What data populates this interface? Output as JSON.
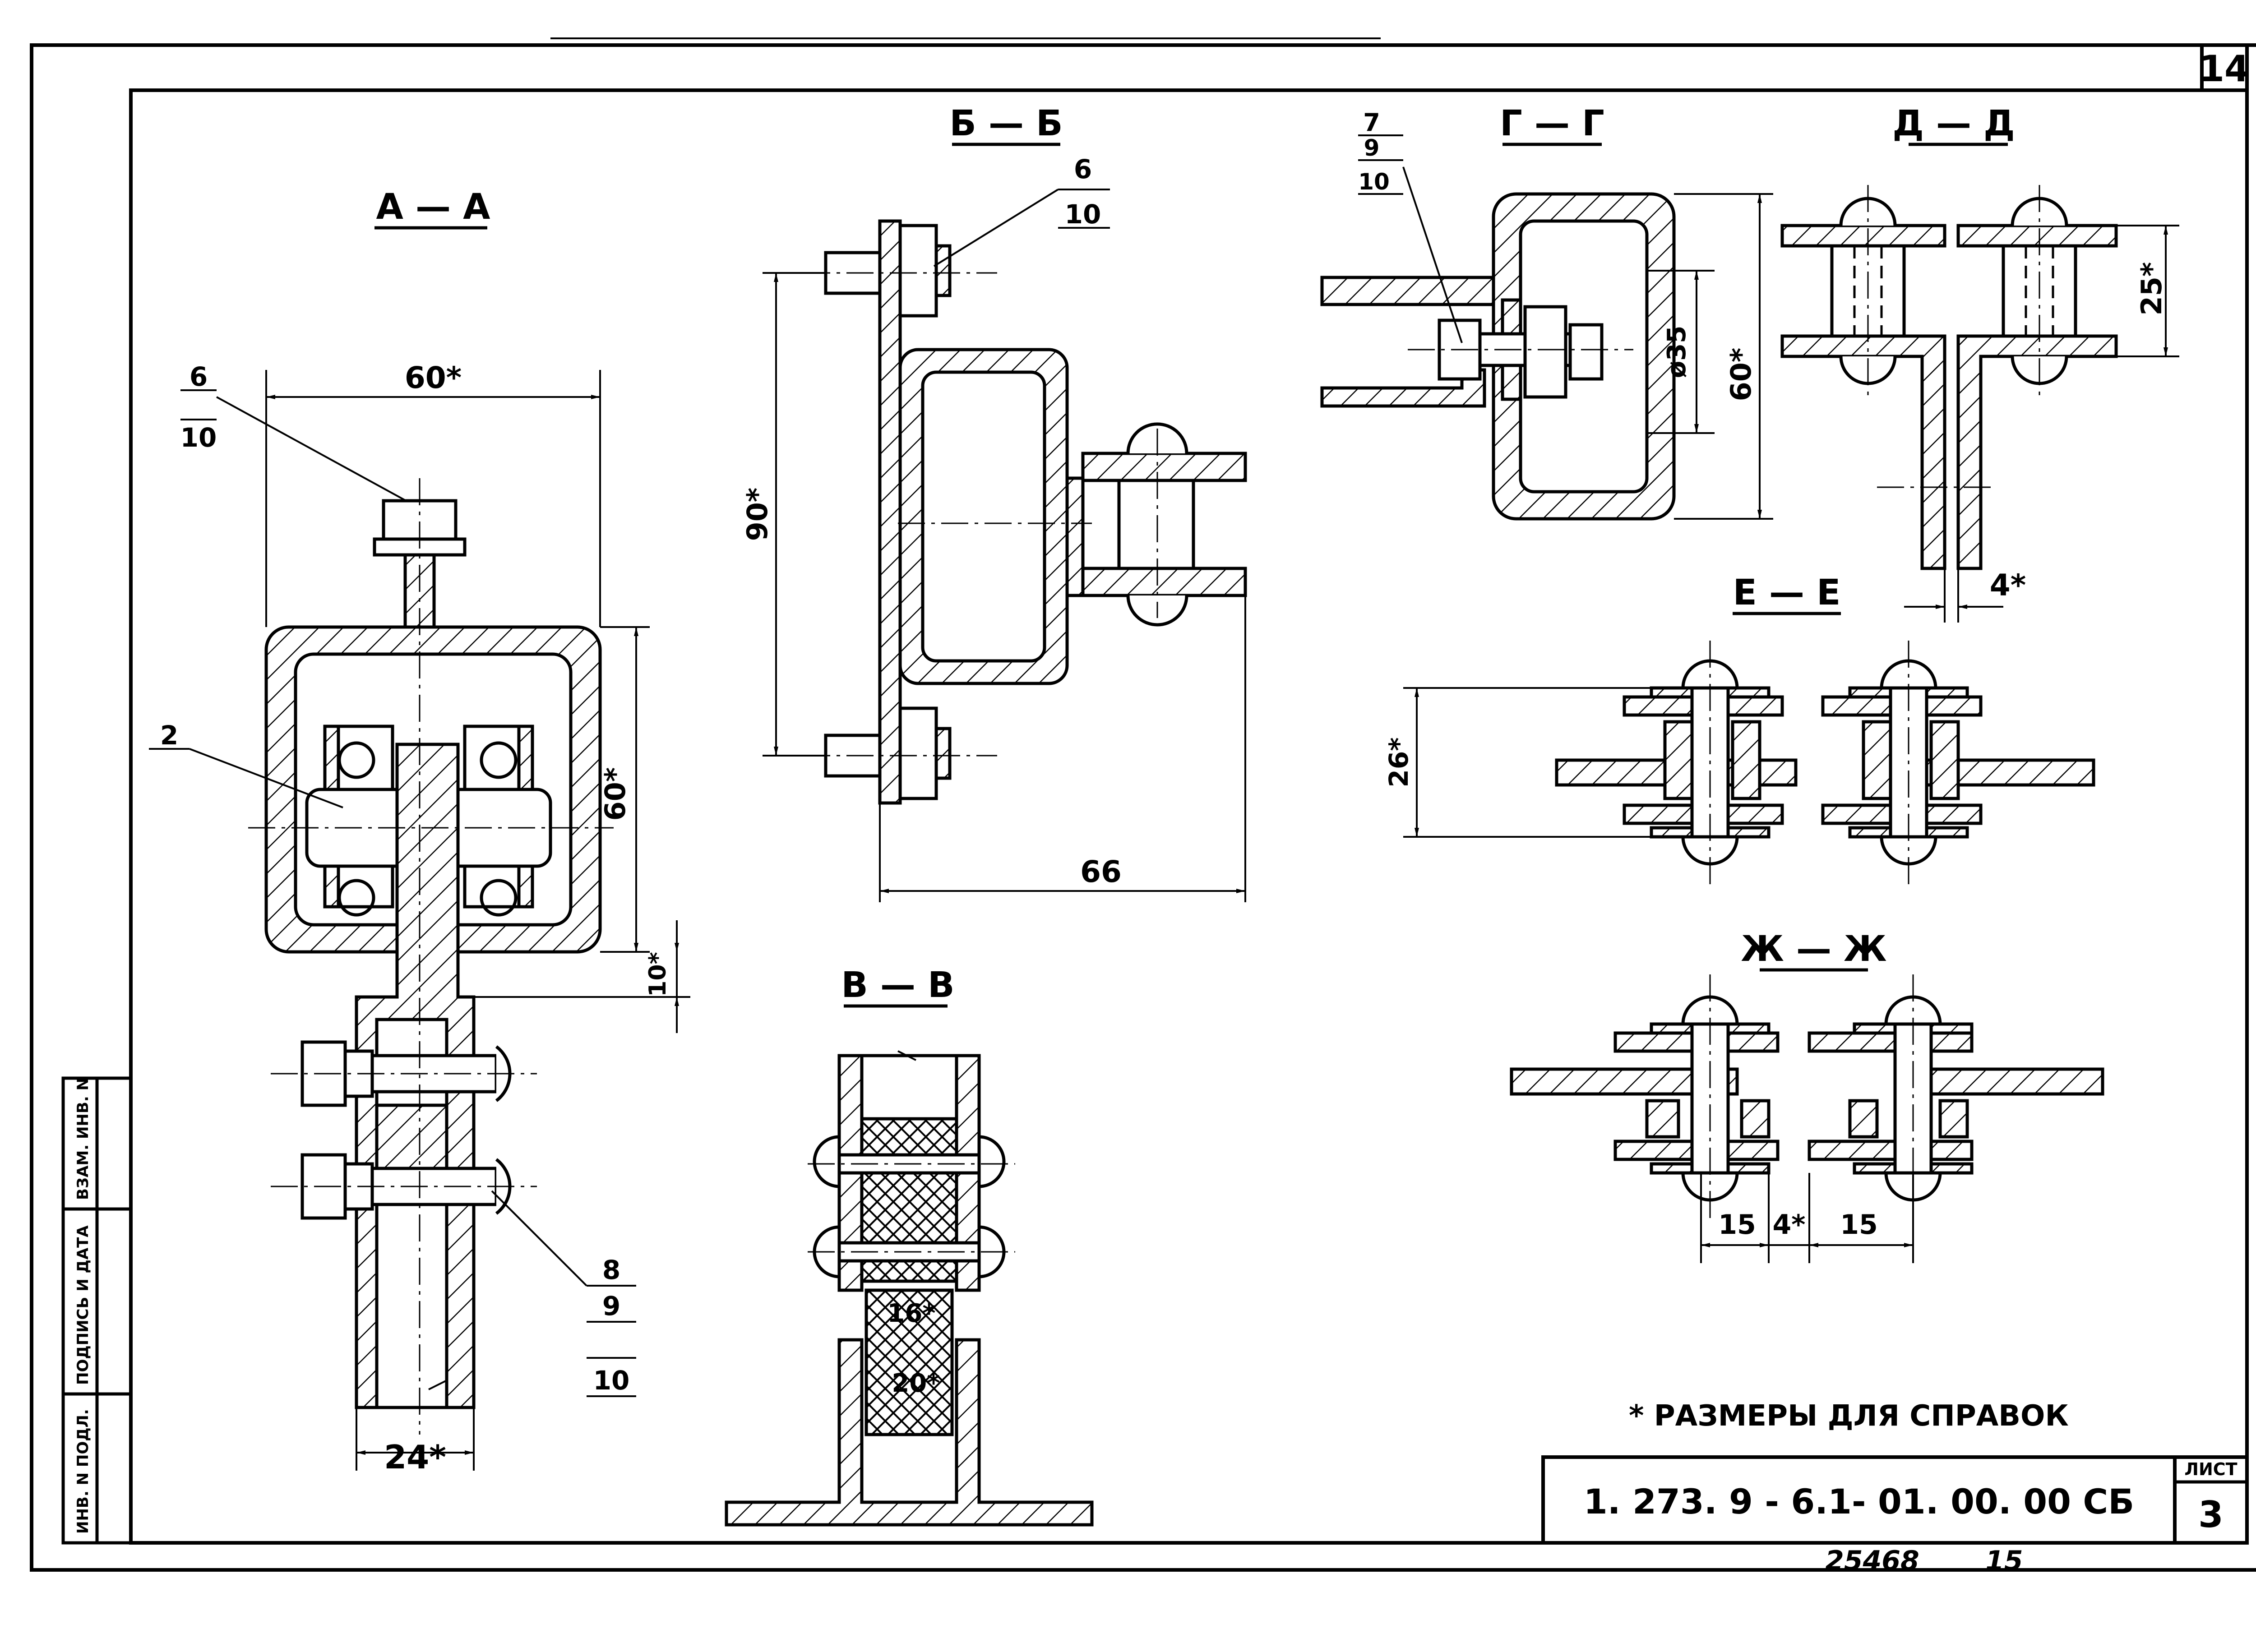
{
  "sheet_corner_number": "14",
  "sections": {
    "a": "А — А",
    "b": "Б — Б",
    "v": "В — В",
    "g": "Г — Г",
    "d": "Д — Д",
    "e": "Е — Е",
    "zh": "Ж — Ж"
  },
  "dimensions": {
    "a_width": "60*",
    "a_height": "60*",
    "a_offset": "10*",
    "a_bottom": "24*",
    "b_height": "90*",
    "b_width": "66",
    "v_inner": "16*",
    "v_outer": "20*",
    "g_diam": "ø35",
    "g_height": "60*",
    "d_height": "25*",
    "d_gap": "4*",
    "e_height": "26*",
    "zh_left": "15",
    "zh_gap": "4*",
    "zh_right": "15"
  },
  "leaders": {
    "a_bolt": [
      "6",
      "10"
    ],
    "a_shaft": "2",
    "a_nut": [
      "8",
      "9",
      "10"
    ],
    "b_bolt": [
      "6",
      "10"
    ],
    "g_bolt": [
      "7",
      "9",
      "10"
    ]
  },
  "side_stamp": [
    "ИНВ. N ПОДЛ.",
    "ПОДПИСЬ И ДАТА",
    "ВЗАМ. ИНВ. N"
  ],
  "note": "* РАЗМЕРЫ ДЛЯ СПРАВОК",
  "title_block": {
    "designation": "1. 273. 9 - 6.1- 01. 00. 00 СБ",
    "sheet_label": "ЛИСТ",
    "sheet_number": "3"
  },
  "handwritten": [
    "25468",
    "15"
  ]
}
